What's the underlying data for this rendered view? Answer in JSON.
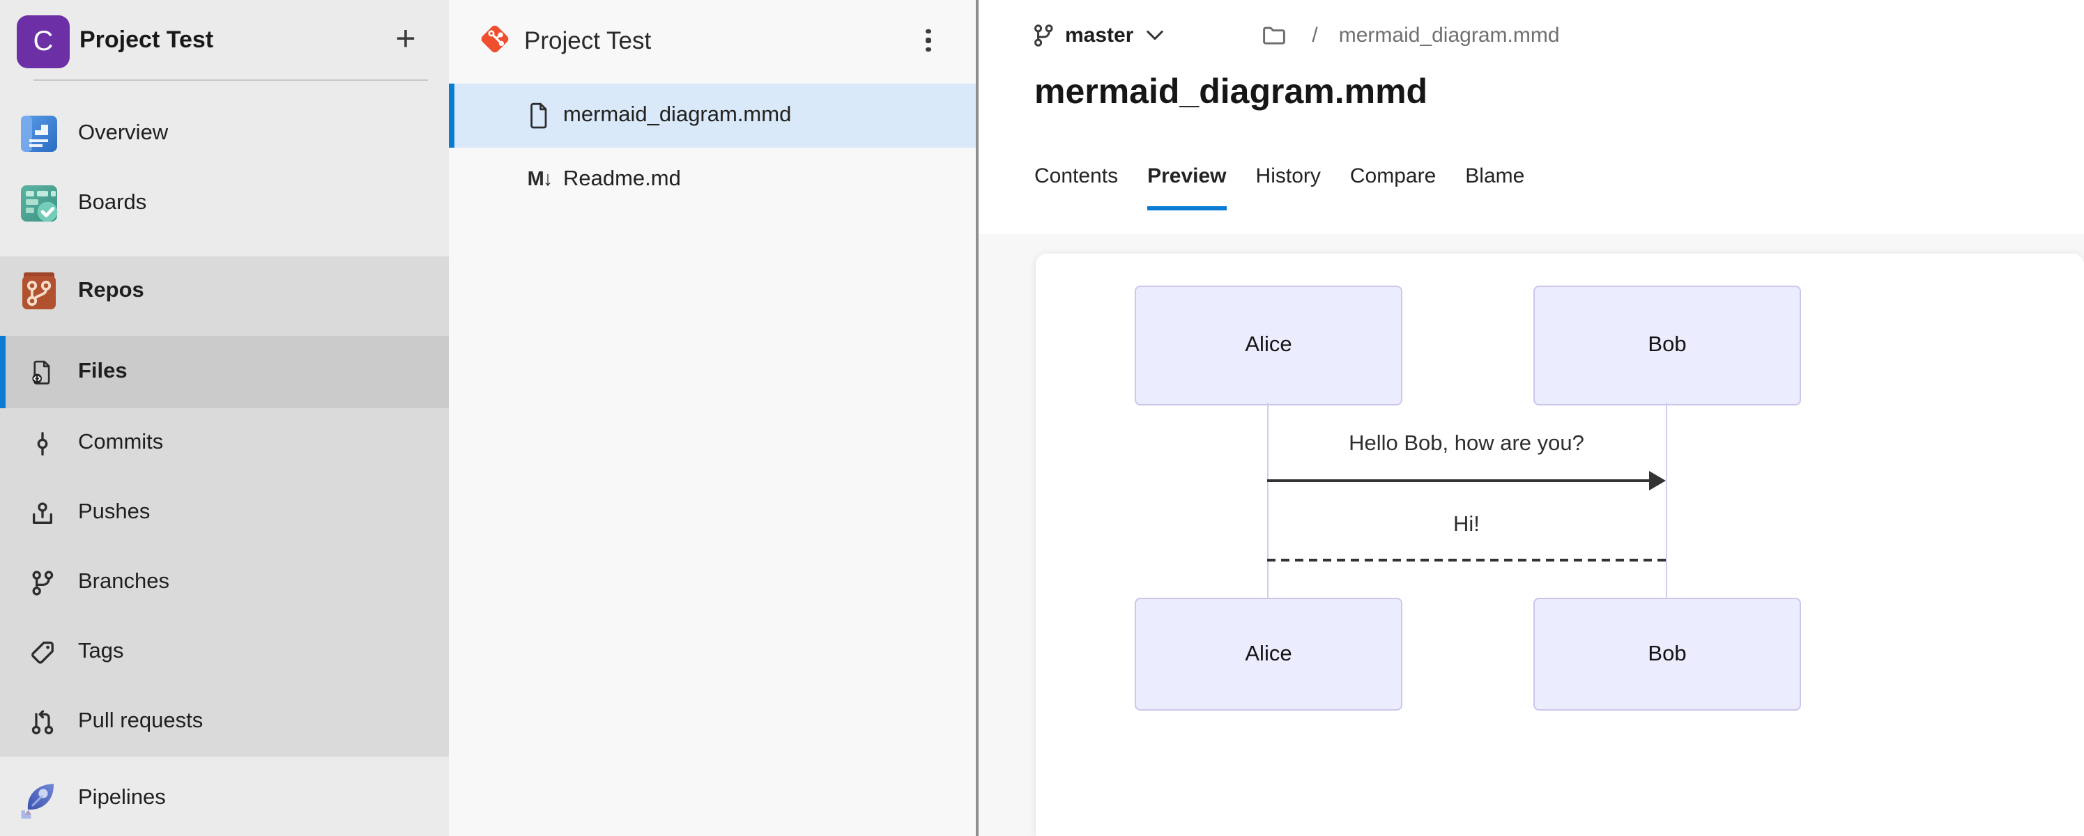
{
  "app": {
    "accent_color": "#0b7cd4",
    "selected_row_blue": "#d9e9f9",
    "sidebar_bg": "#ebebeb",
    "section_bg": "#dadada"
  },
  "sidebar": {
    "project_initial": "C",
    "project_name": "Project Test",
    "add_button": "+",
    "items": [
      {
        "label": "Overview",
        "icon": "overview-icon",
        "selected": false
      },
      {
        "label": "Boards",
        "icon": "boards-icon",
        "selected": false
      },
      {
        "label": "Repos",
        "icon": "repos-icon",
        "selected": true
      },
      {
        "label": "Files",
        "icon": "file-code-icon",
        "selected": true
      },
      {
        "label": "Commits",
        "icon": "commit-icon",
        "selected": false
      },
      {
        "label": "Pushes",
        "icon": "push-icon",
        "selected": false
      },
      {
        "label": "Branches",
        "icon": "branch-icon",
        "selected": false
      },
      {
        "label": "Tags",
        "icon": "tag-icon",
        "selected": false
      },
      {
        "label": "Pull requests",
        "icon": "pull-request-icon",
        "selected": false
      },
      {
        "label": "Pipelines",
        "icon": "pipelines-icon",
        "selected": false
      }
    ]
  },
  "file_panel": {
    "repo_name": "Project Test",
    "menu_icon": "kebab-menu-icon",
    "files": [
      {
        "name": "mermaid_diagram.mmd",
        "icon": "file-icon",
        "selected": true
      },
      {
        "name": "Readme.md",
        "icon": "markdown-icon",
        "icon_glyph": "M↓",
        "selected": false
      }
    ]
  },
  "main": {
    "branch": {
      "name": "master"
    },
    "breadcrumb": {
      "separator": "/",
      "file": "mermaid_diagram.mmd"
    },
    "title": "mermaid_diagram.mmd",
    "tabs": [
      {
        "label": "Contents",
        "active": false
      },
      {
        "label": "Preview",
        "active": true
      },
      {
        "label": "History",
        "active": false
      },
      {
        "label": "Compare",
        "active": false
      },
      {
        "label": "Blame",
        "active": false
      }
    ],
    "diagram": {
      "type": "sequence",
      "participants": [
        "Alice",
        "Bob"
      ],
      "messages": [
        {
          "from": "Alice",
          "to": "Bob",
          "text": "Hello Bob, how are you?",
          "line": "solid",
          "arrow": "filled-right"
        },
        {
          "from": "Bob",
          "to": "Alice",
          "text": "Hi!",
          "line": "dashed",
          "arrow": "none"
        }
      ],
      "actor_fill": "#ECECFF",
      "actor_border": "#ccc6ec",
      "lifeline_color": "#d2ccee",
      "message_color": "#333333"
    }
  }
}
